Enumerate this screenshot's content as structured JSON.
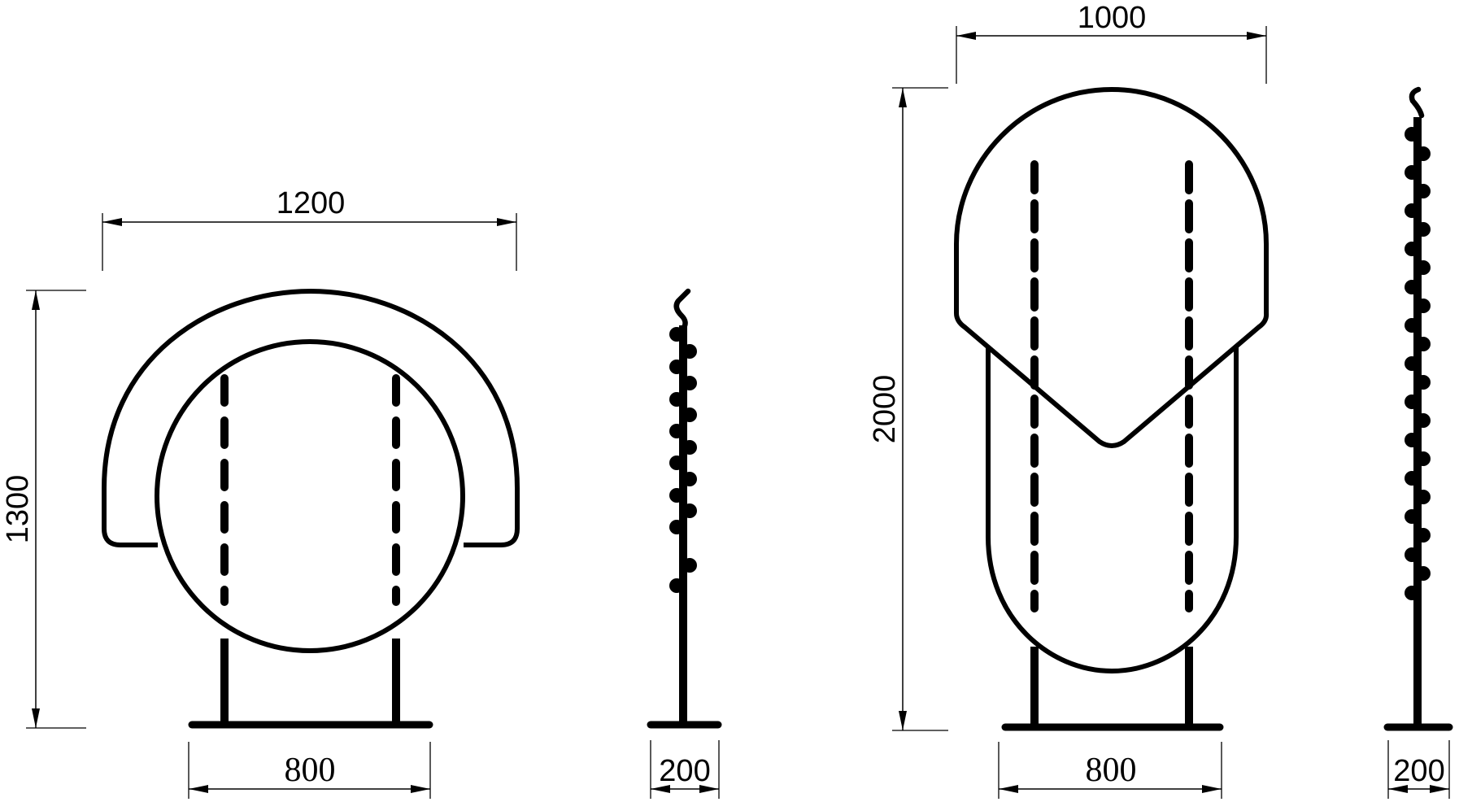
{
  "drawing": {
    "left_unit": {
      "front_view": {
        "width_label": "1200",
        "height_label": "1300",
        "base_label": "800"
      },
      "side_view": {
        "depth_label": "200"
      }
    },
    "right_unit": {
      "front_view": {
        "width_label": "1000",
        "height_label": "2000",
        "base_label": "800"
      },
      "side_view": {
        "depth_label": "200"
      }
    },
    "colors": {
      "line": "#000000",
      "background": "#ffffff"
    }
  }
}
